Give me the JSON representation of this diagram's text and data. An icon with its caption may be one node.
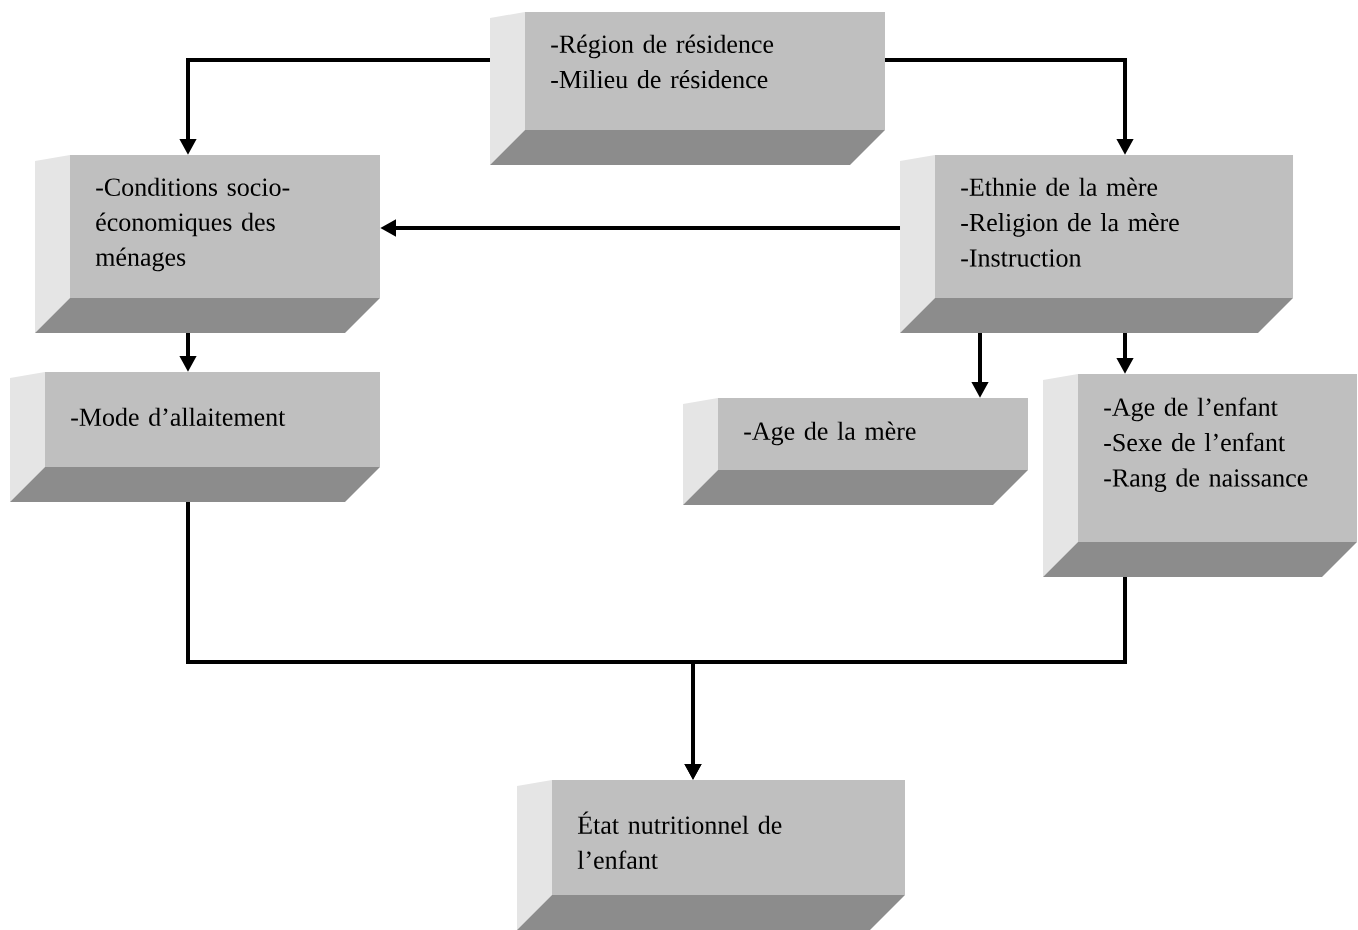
{
  "diagram": {
    "nodes": [
      {
        "text": [
          "-Région de résidence",
          "-Milieu de résidence"
        ]
      },
      {
        "text": [
          "-Conditions socio-économiques des ménages"
        ]
      },
      {
        "text": [
          "-Ethnie de la mère",
          "-Religion de la mère",
          "-Instruction"
        ]
      },
      {
        "text": [
          "-Mode d’allaitement"
        ]
      },
      {
        "text": [
          "-Age de la mère"
        ]
      },
      {
        "text": [
          "-Age de l’enfant",
          "-Sexe de l’enfant",
          "-Rang de naissance"
        ]
      },
      {
        "text": [
          "État nutritionnel de l’enfant"
        ]
      }
    ],
    "edges": [
      {
        "from": 0,
        "to": 1,
        "arrow": "to"
      },
      {
        "from": 0,
        "to": 2,
        "arrow": "to"
      },
      {
        "from": 2,
        "to": 1,
        "arrow": "to"
      },
      {
        "from": 1,
        "to": 3,
        "arrow": "to"
      },
      {
        "from": 2,
        "to": 4,
        "arrow": "to"
      },
      {
        "from": 2,
        "to": 5,
        "arrow": "to"
      },
      {
        "from": 3,
        "to": 6,
        "arrow": "to"
      },
      {
        "from": 5,
        "to": 6,
        "arrow": "to"
      }
    ]
  }
}
